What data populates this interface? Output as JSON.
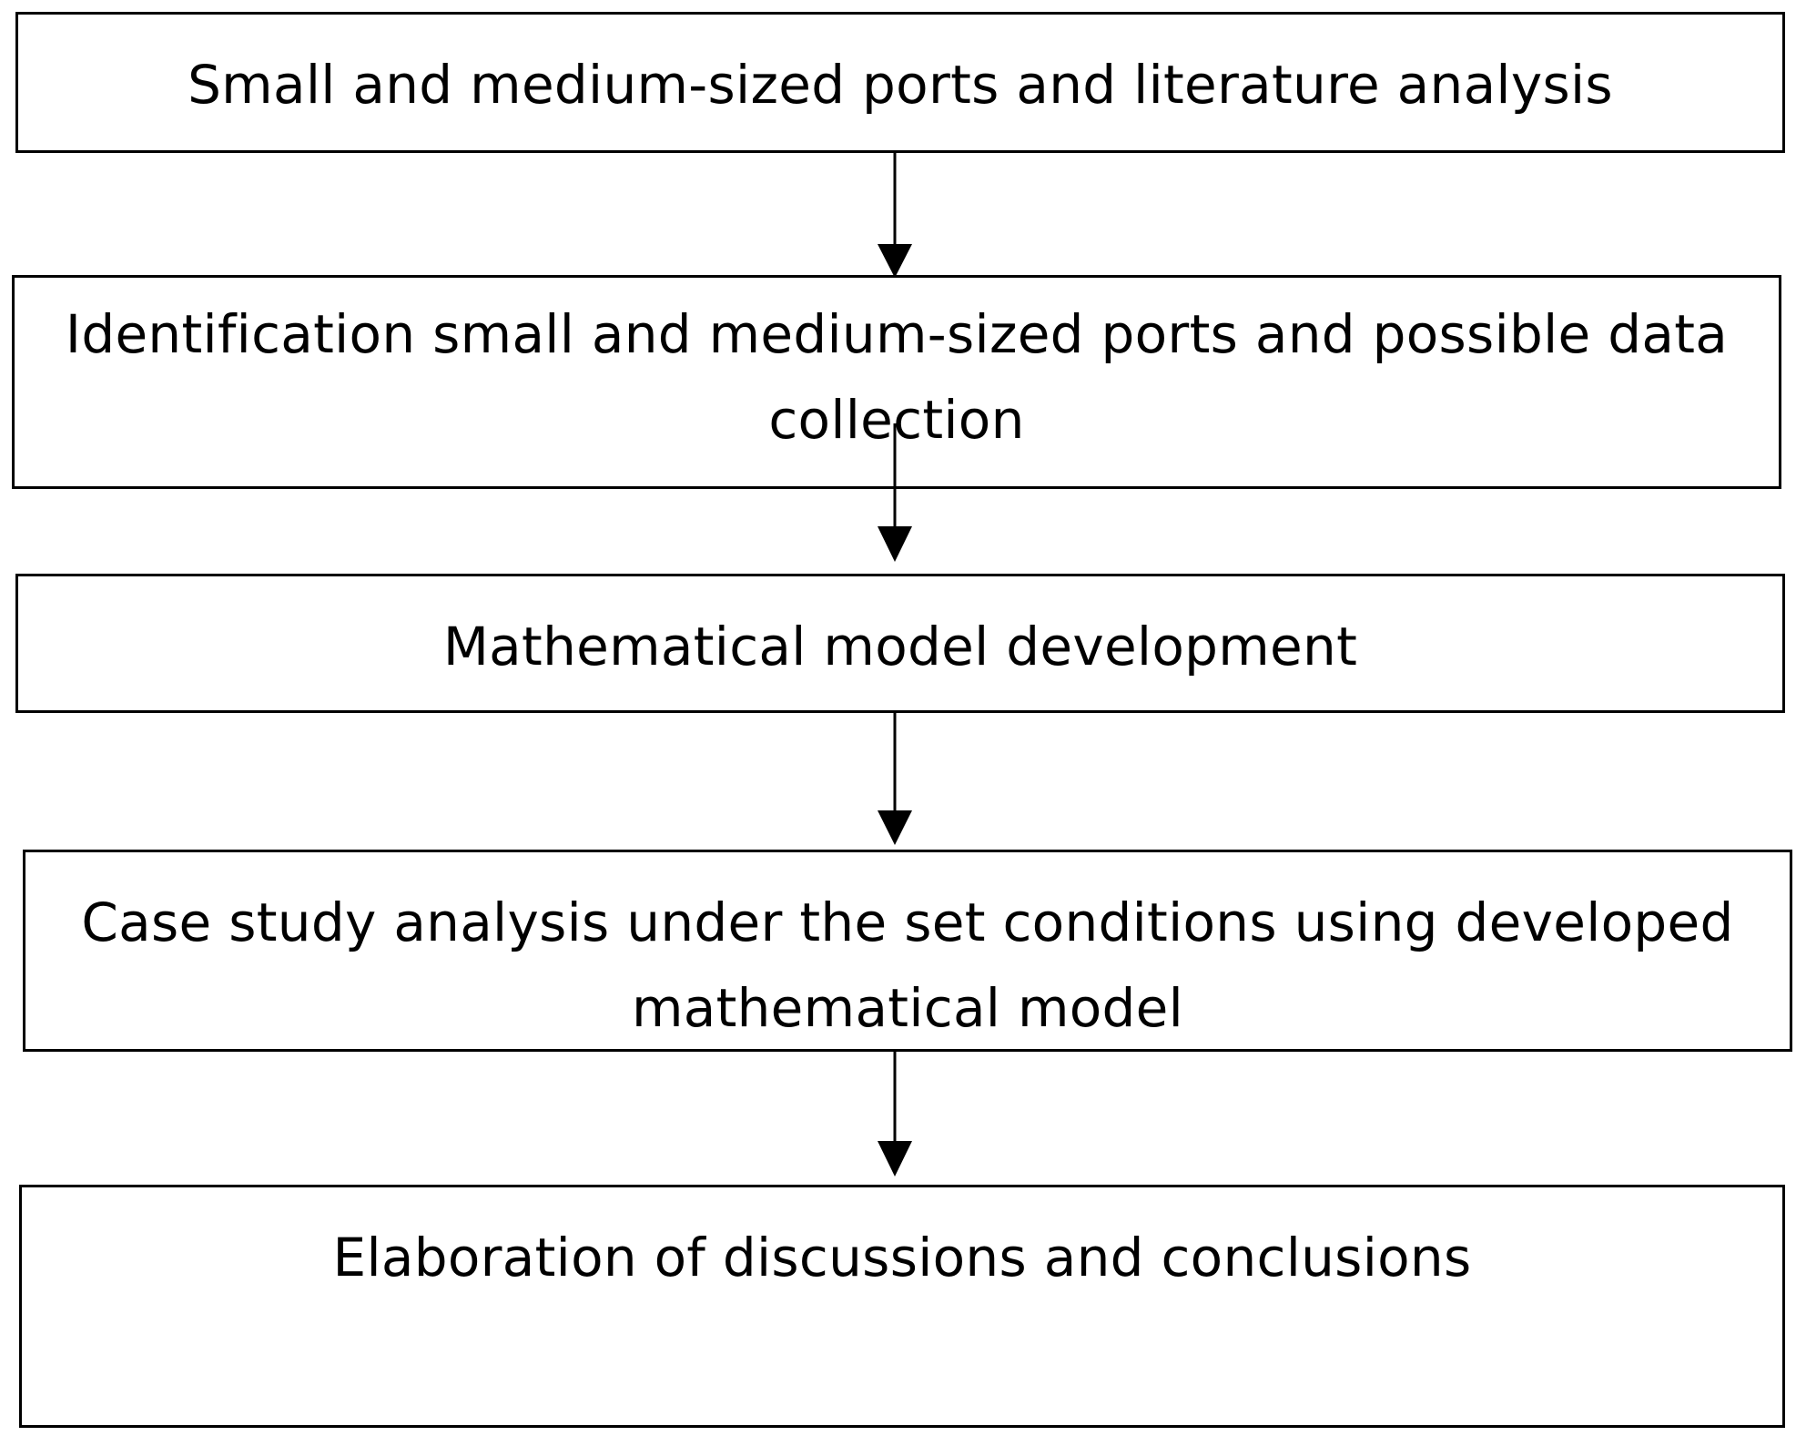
{
  "flowchart": {
    "steps": [
      {
        "id": "step-1",
        "text": "Small and medium-sized ports and literature analysis"
      },
      {
        "id": "step-2",
        "text": "Identification small and medium-sized ports and possible data collection"
      },
      {
        "id": "step-3",
        "text": "Mathematical model development"
      },
      {
        "id": "step-4",
        "text": "Case study analysis under the set conditions using developed mathematical model"
      },
      {
        "id": "step-5",
        "text": "Elaboration of discussions and conclusions"
      }
    ],
    "connections": [
      {
        "from": "step-1",
        "to": "step-2"
      },
      {
        "from": "step-2",
        "to": "step-3"
      },
      {
        "from": "step-3",
        "to": "step-4"
      },
      {
        "from": "step-4",
        "to": "step-5"
      }
    ],
    "colors": {
      "stroke": "#000000",
      "fill": "#ffffff",
      "text": "#000000"
    }
  }
}
